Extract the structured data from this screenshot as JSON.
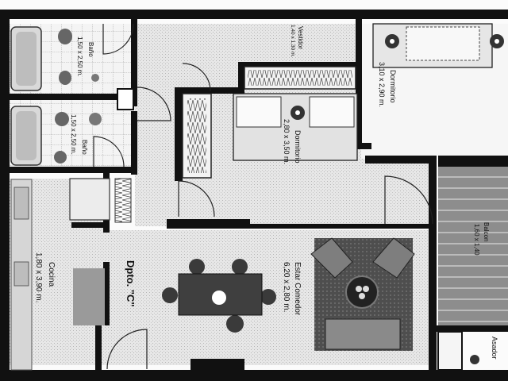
{
  "plan": {
    "unit_name": "Dpto. \"C\"",
    "rooms": {
      "bano1": {
        "name": "Baño",
        "dims": "1,50 x 2,50 m."
      },
      "bano2": {
        "name": "Baño",
        "dims": "1,50 x 2,50 m."
      },
      "vestidor": {
        "name": "Vestidor",
        "dims": "1,40 x 1,30 m."
      },
      "dormitorio_main": {
        "name": "Dormitorio",
        "dims": "3,10 x 2,90 m."
      },
      "dormitorio_center": {
        "name": "Dormitorio",
        "dims": "2,80 x 3,50 m."
      },
      "cocina": {
        "name": "Cocina",
        "dims": "1,80 x 3,90 m."
      },
      "estar": {
        "name": "Estar Comedor",
        "dims": "6,20 x 2,80 m."
      },
      "balcon": {
        "name": "Balcon",
        "dims": "1,60 x 1,40"
      },
      "asador": {
        "name": "Asador"
      }
    }
  }
}
